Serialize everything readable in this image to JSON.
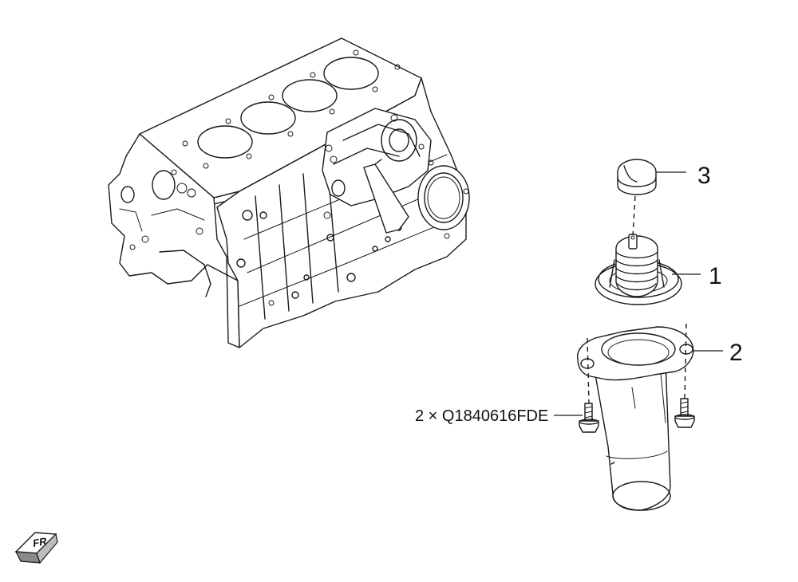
{
  "callouts": {
    "thermostat_label": "1",
    "water_inlet_label": "2",
    "gasket_label": "3"
  },
  "bolt_spec": "2 × Q1840616FDE",
  "orientation": {
    "text": "FR",
    "icon": "front-arrow-icon"
  },
  "colors": {
    "line": "#1a1a1a",
    "background": "#ffffff"
  }
}
